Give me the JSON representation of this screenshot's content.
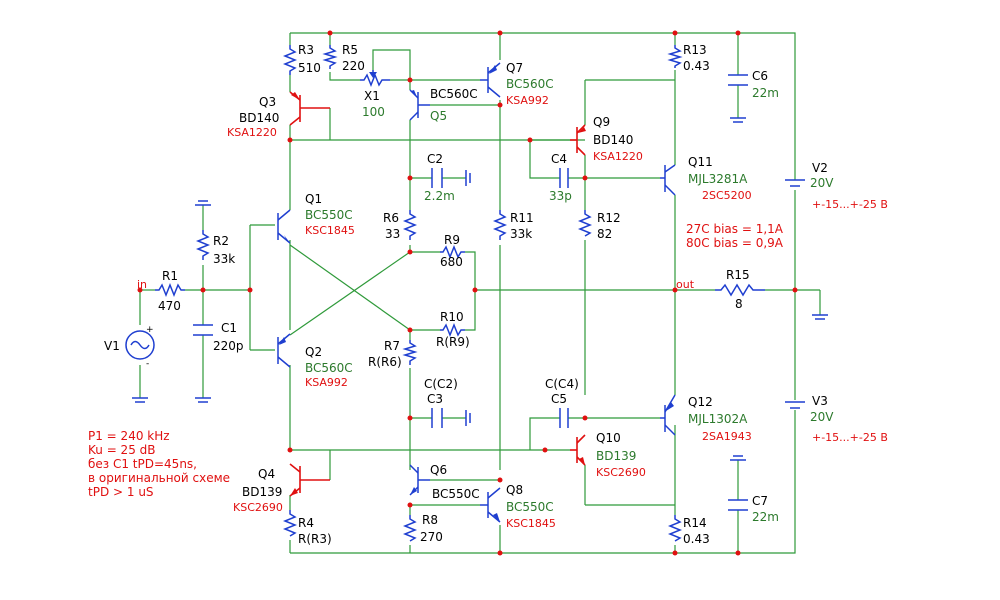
{
  "components": {
    "R1": {
      "name": "R1",
      "value": "470"
    },
    "R2": {
      "name": "R2",
      "value": "33k"
    },
    "R3": {
      "name": "R3",
      "value": "510"
    },
    "R4": {
      "name": "R4",
      "value": "R(R3)"
    },
    "R5": {
      "name": "R5",
      "value": "220"
    },
    "R6": {
      "name": "R6",
      "value": "33"
    },
    "R7": {
      "name": "R7",
      "value": "R(R6)"
    },
    "R8": {
      "name": "R8",
      "value": "270"
    },
    "R9": {
      "name": "R9",
      "value": "680"
    },
    "R10": {
      "name": "R10",
      "value": "R(R9)"
    },
    "R11": {
      "name": "R11",
      "value": "33k"
    },
    "R12": {
      "name": "R12",
      "value": "82"
    },
    "R13": {
      "name": "R13",
      "value": "0.43"
    },
    "R14": {
      "name": "R14",
      "value": "0.43"
    },
    "R15": {
      "name": "R15",
      "value": "8"
    },
    "C1": {
      "name": "C1",
      "value": "220p"
    },
    "C2": {
      "name": "C2",
      "value": "2.2m"
    },
    "C3": {
      "name": "C3",
      "value": "C(C2)"
    },
    "C4": {
      "name": "C4",
      "value": "33p"
    },
    "C5": {
      "name": "C5",
      "value": "C(C4)"
    },
    "C6": {
      "name": "C6",
      "value": "22m"
    },
    "C7": {
      "name": "C7",
      "value": "22m"
    },
    "X1": {
      "name": "X1",
      "value": "100"
    },
    "V1": {
      "name": "V1"
    },
    "V2": {
      "name": "V2",
      "value": "20V",
      "note": "+-15...+-25 В"
    },
    "V3": {
      "name": "V3",
      "value": "20V",
      "note": "+-15...+-25 В"
    },
    "Q1": {
      "name": "Q1",
      "model": "BC550C",
      "alt": "KSC1845"
    },
    "Q2": {
      "name": "Q2",
      "model": "BC560C",
      "alt": "KSA992"
    },
    "Q3": {
      "name": "Q3",
      "model": "BD140",
      "alt": "KSA1220"
    },
    "Q4": {
      "name": "Q4",
      "model": "BD139",
      "alt": "KSC2690"
    },
    "Q5": {
      "name": "Q5",
      "model": "BC560C"
    },
    "Q6": {
      "name": "Q6",
      "model": "BC550C"
    },
    "Q7": {
      "name": "Q7",
      "model": "BC560C",
      "alt": "KSA992"
    },
    "Q8": {
      "name": "Q8",
      "model": "BC550C",
      "alt": "KSC1845"
    },
    "Q9": {
      "name": "Q9",
      "model": "BD140",
      "alt": "KSA1220"
    },
    "Q10": {
      "name": "Q10",
      "model": "BD139",
      "alt": "KSC2690"
    },
    "Q11": {
      "name": "Q11",
      "model": "MJL3281A",
      "alt": "2SC5200"
    },
    "Q12": {
      "name": "Q12",
      "model": "MJL1302A",
      "alt": "2SA1943"
    }
  },
  "nets": {
    "in": "in",
    "out": "out"
  },
  "bias_notes": [
    "27C bias = 1,1A",
    "80C bias = 0,9A"
  ],
  "notes": [
    "P1 = 240 kHz",
    "Ku = 25 dB",
    "без C1 tPD=45ns,",
    "в оригинальной схеме",
    "tPD > 1 uS"
  ],
  "colors": {
    "wire": "#2f9a3a",
    "part": "#1f3fd0",
    "label": "#2c7a2c",
    "accent": "#e01010"
  }
}
